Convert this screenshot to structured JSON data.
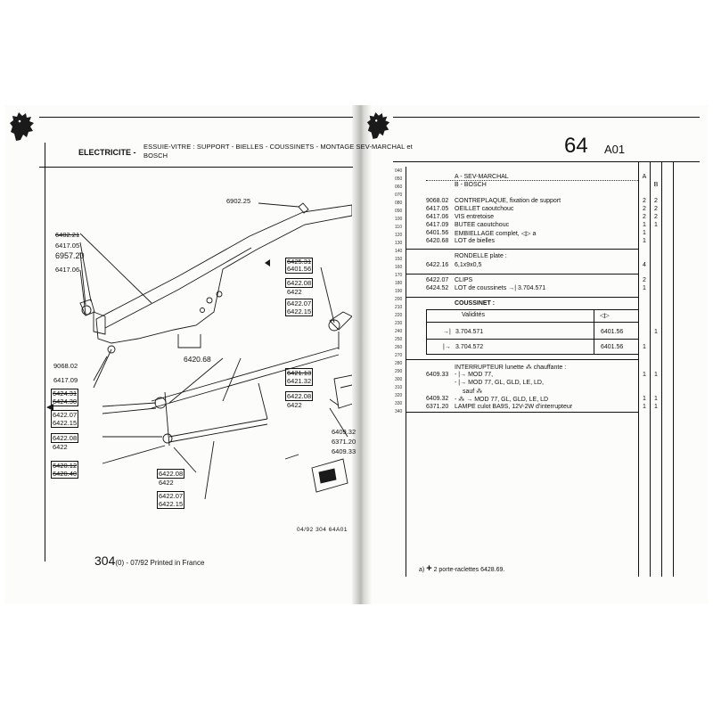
{
  "left_page": {
    "header": {
      "section": "ELECTRICITE -",
      "subtitle_line1": "ESSUIE-VITRE : SUPPORT - BIELLES - COUSSINETS - MONTAGE SEV-MARCHAL et",
      "subtitle_line2": "BOSCH"
    },
    "callouts": {
      "c6902": "6902.25",
      "c6402": "6402.21",
      "c6417_05": "6417.05",
      "c6957": "6957.20",
      "c6417_06": "6417.06",
      "c6425": "6425.31",
      "c6401": "6401.56",
      "c6422_08a": "6422.08",
      "c6422a": "6422",
      "c6422_07a": "6422.07",
      "c6422_15a": "6422.15",
      "c6420": "6420.68",
      "c6421_13": "6421.13",
      "c6421_32": "6421.32",
      "c6422_08b": "6422.08",
      "c6422b": "6422",
      "c9068": "9068.02",
      "c6417_09": "6417.09",
      "c6424_31": "6424.31",
      "c6424_30": "6424.30",
      "c6422_07b": "6422.07",
      "c6422_15b": "6422.15",
      "c6422_08c": "6422.08",
      "c6422c": "6422",
      "c6420_12": "6420.12",
      "c6420_40": "6420.40",
      "c6422_08d": "6422.08",
      "c6422d": "6422",
      "c6422_07c": "6422.07",
      "c6422_15c": "6422.15",
      "c6409_32": "6409.32",
      "c6371": "6371.20",
      "c6409_33": "6409.33"
    },
    "diagram_ref": "04/92  304  64A01",
    "footer_page": "304",
    "footer_rest": "(0) - 07/92 Printed in France"
  },
  "right_page": {
    "page_number": "64",
    "page_code": "A01",
    "col_a": "A",
    "col_b": "B",
    "ref_numbers": [
      "040",
      "050",
      "060",
      "070",
      "080",
      "090",
      "100",
      "110",
      "120",
      "130",
      "140",
      "150",
      "160",
      "170",
      "180",
      "190",
      "200",
      "210",
      "220",
      "230",
      "240",
      "250",
      "260",
      "270",
      "280",
      "290",
      "300",
      "310",
      "320",
      "330",
      "340"
    ],
    "variants": [
      {
        "label": "A - SEV-MARCHAL",
        "qa": "A",
        "qb": ""
      },
      {
        "label": "B - BOSCH",
        "qa": "",
        "qb": "B"
      }
    ],
    "parts": [
      {
        "code": "9068.02",
        "desc": "CONTREPLAQUE, fixation de support",
        "qa": "2",
        "qb": "2"
      },
      {
        "code": "6417.05",
        "desc": "OEILLET caoutchouc",
        "qa": "2",
        "qb": "2"
      },
      {
        "code": "6417.06",
        "desc": "VIS entretoise",
        "qa": "2",
        "qb": "2"
      },
      {
        "code": "6417.09",
        "desc": "BUTEE caoutchouc",
        "qa": "1",
        "qb": "1"
      },
      {
        "code": "6401.56",
        "desc": "EMBIELLAGE complet,",
        "desc_suffix": "a",
        "qa": "1",
        "qb": ""
      },
      {
        "code": "6420.68",
        "desc": "LOT de bielles",
        "qa": "1",
        "qb": ""
      }
    ],
    "rondelle_title": "RONDELLE plate :",
    "rondelle": {
      "code": "6422.16",
      "desc": "6,1x9x0,5",
      "qa": "4",
      "qb": ""
    },
    "clips": {
      "code": "6422.07",
      "desc": "CLIPS",
      "qa": "2",
      "qb": ""
    },
    "coussinets_lot": {
      "code": "6424.52",
      "desc": "LOT de coussinets",
      "ref": "3.704.571",
      "qa": "1",
      "qb": ""
    },
    "coussinet_table": {
      "title": "COUSSINET :",
      "header": "Validités",
      "rows": [
        {
          "ref": "3.704.571",
          "code": "6401.56",
          "qb": "1"
        },
        {
          "ref": "3.704.572",
          "code": "6401.56",
          "qa": "1"
        }
      ]
    },
    "interrupteur": {
      "title": "INTERRUPTEUR lunette",
      "title_suffix": "chauffante :",
      "lines": [
        {
          "code": "6409.33",
          "prefix": "-",
          "text": "MOD 77,",
          "qa": "1",
          "qb": "1"
        },
        {
          "code": "",
          "prefix": "-",
          "text": "MOD 77, GL, GLD, LE, LD,",
          "qa": "",
          "qb": ""
        },
        {
          "code": "",
          "prefix": "",
          "text": "sauf",
          "qa": "",
          "qb": ""
        },
        {
          "code": "6409.32",
          "prefix": "-",
          "text": "MOD 77, GL, GLD, LE, LD",
          "qa": "1",
          "qb": "1"
        },
        {
          "code": "6371.20",
          "prefix": "",
          "text": "LAMPE culot BA9S, 12V-2W d'interrupteur",
          "qa": "1",
          "qb": "1"
        }
      ]
    },
    "footnote_marker": "a)",
    "footnote_plus": "+",
    "footnote_text": "2 porte-raclettes 6428.69."
  }
}
